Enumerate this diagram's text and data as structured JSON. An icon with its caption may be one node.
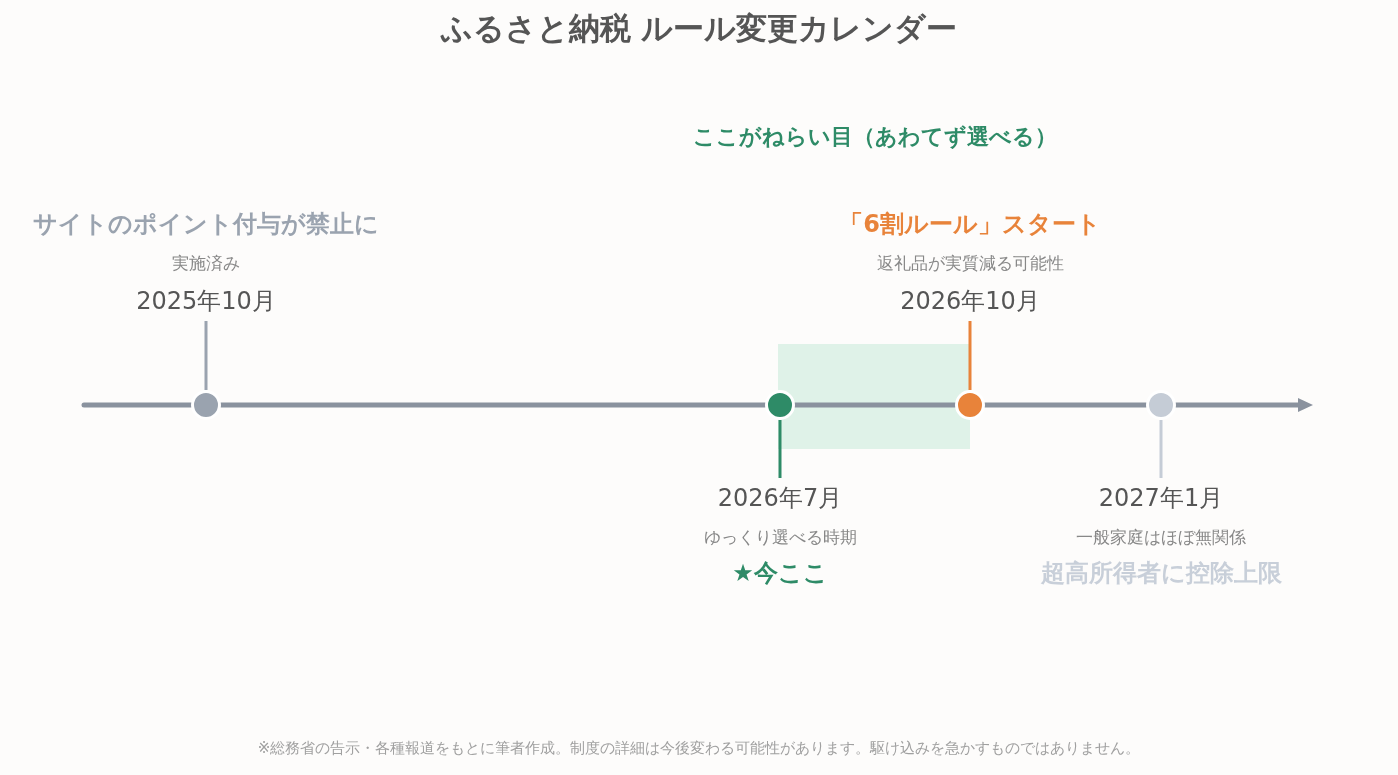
{
  "diagram": {
    "title": "ふるさと納税 ルール変更カレンダー",
    "caption": "※総務省の告示・各種報道をもとに筆者作成。制度の詳細は今後変わる可能性があります。駆け込みを急かすものではありません。",
    "nodes": [
      {
        "text": [
          "サイトのポイント付与が禁止に",
          "実施済み",
          "2025年10月"
        ]
      },
      {
        "text": [
          "「6割ルール」スタート",
          "返礼品が実質減る可能性",
          "2026年10月"
        ]
      },
      {
        "text": [
          "2026年7月",
          "ゆっくり選べる時期",
          "★今ここ"
        ]
      },
      {
        "text": [
          "2027年1月",
          "一般家庭はほぼ無関係",
          "超高所得者に控除上限"
        ]
      },
      {
        "text": [],
        "shape": "circle"
      },
      {
        "text": [],
        "shape": "circle"
      },
      {
        "text": [],
        "shape": "circle"
      },
      {
        "text": [],
        "shape": "circle"
      }
    ],
    "edges": [
      {
        "from": 0,
        "to": 4,
        "arrow": "none",
        "color": "#9aa3af"
      },
      {
        "from": 2,
        "to": 5,
        "arrow": "none",
        "color": "#2e8b67"
      },
      {
        "from": 1,
        "to": 6,
        "arrow": "none",
        "color": "#e8833a"
      },
      {
        "from": 3,
        "to": 7,
        "arrow": "none",
        "color": "#c5ccd6"
      }
    ],
    "labels": [
      "ここがねらい目（あわてず選べる）"
    ]
  }
}
